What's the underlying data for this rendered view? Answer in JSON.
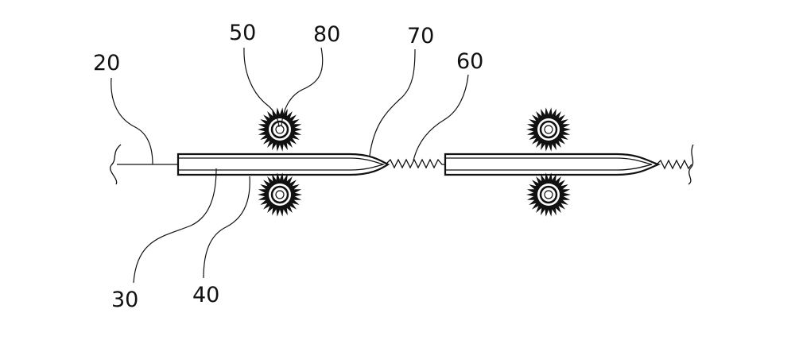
{
  "labels": {
    "ref_20": "20",
    "ref_30": "30",
    "ref_40": "40",
    "ref_50": "50",
    "ref_60": "60",
    "ref_70": "70",
    "ref_80": "80"
  },
  "colors": {
    "ink": "#111111",
    "background": "#ffffff"
  },
  "icons": {
    "roller": "serrated-roller-icon"
  }
}
